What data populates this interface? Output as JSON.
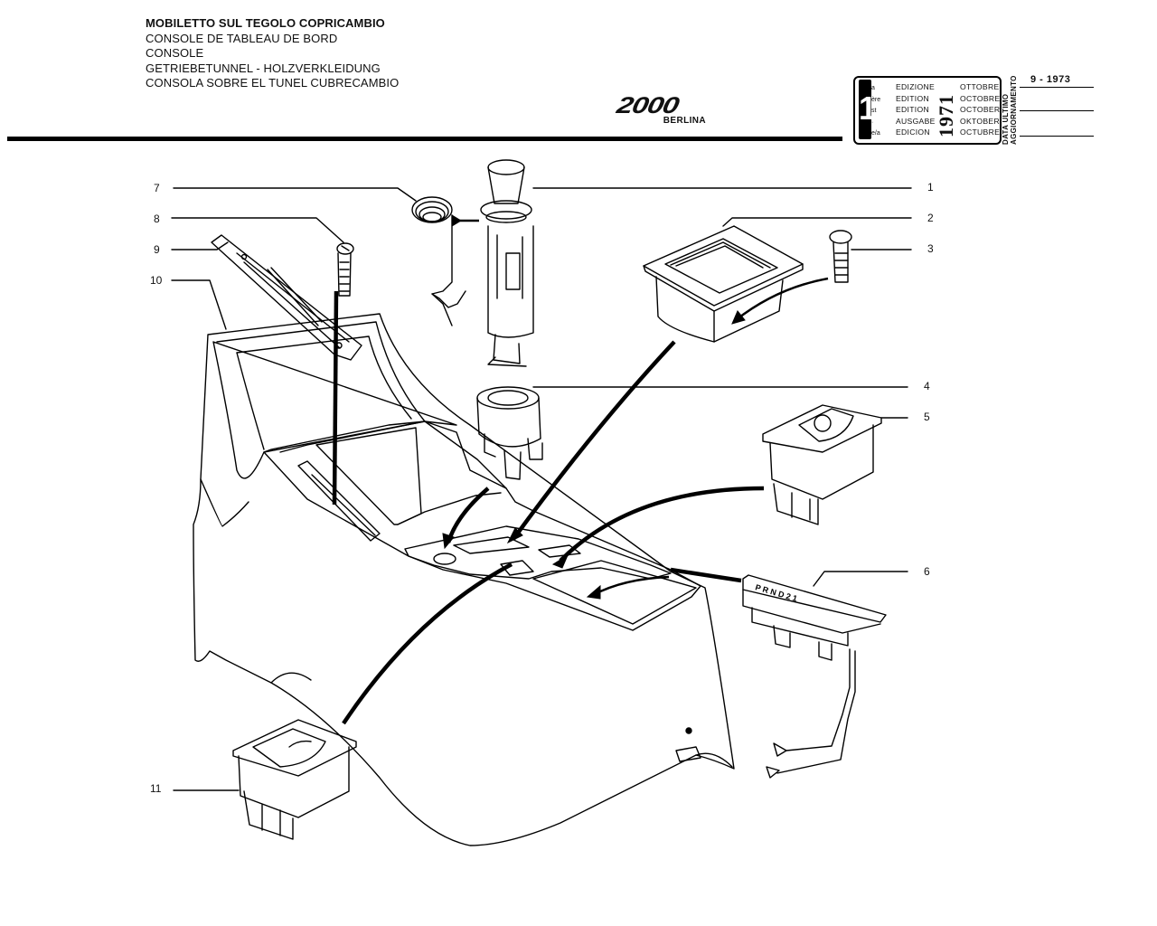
{
  "header": {
    "titles": [
      "MOBILETTO SUL TEGOLO COPRICAMBIO",
      "CONSOLE DE TABLEAU DE BORD",
      "CONSOLE",
      "GETRIEBETUNNEL - HOLZVERKLEIDUNG",
      "CONSOLA SOBRE EL TUNEL CUBRECAMBIO"
    ]
  },
  "logo": {
    "mark": "2000",
    "model": "BERLINA"
  },
  "edition_box": {
    "number": "1",
    "suffixes": [
      "a",
      "ère",
      "st",
      "·",
      "e/a"
    ],
    "edition_words": [
      "EDIZIONE",
      "EDITION",
      "EDITION",
      "AUSGABE",
      "EDICION"
    ],
    "year": "1971",
    "months": [
      "OTTOBRE",
      "OCTOBRE",
      "OCTOBER",
      "OKTOBER",
      "OCTUBRE"
    ]
  },
  "update": {
    "label_line1": "DATA ULTIMO",
    "label_line2": "AGGIORNAMENTO",
    "date": "9 - 1973"
  },
  "callouts": [
    "1",
    "2",
    "3",
    "4",
    "5",
    "6",
    "7",
    "8",
    "9",
    "10",
    "11"
  ],
  "selector_letters": "P R N D 2 1"
}
